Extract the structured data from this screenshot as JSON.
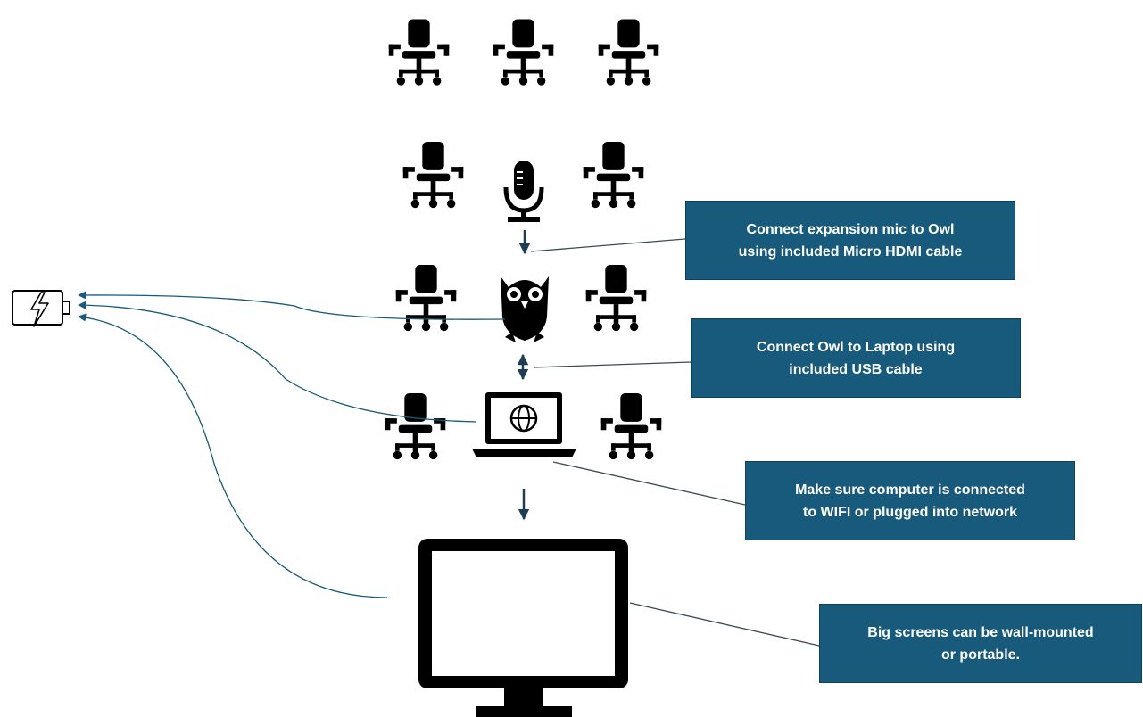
{
  "callouts": {
    "mic": {
      "line1": "Connect expansion mic to Owl",
      "line2": "using included Micro HDMI cable"
    },
    "usb": {
      "line1": "Connect Owl to Laptop using",
      "line2": "included USB cable"
    },
    "network": {
      "line1": "Make sure computer is connected",
      "line2": "to WIFI or plugged into network"
    },
    "screen": {
      "line1": "Big screens can be wall-mounted",
      "line2": "or portable."
    }
  },
  "icons": {
    "chairs": [
      "chair-icon",
      "chair-icon",
      "chair-icon",
      "chair-icon",
      "chair-icon",
      "chair-icon",
      "chair-icon",
      "chair-icon",
      "chair-icon"
    ],
    "devices": [
      "microphone-icon",
      "owl-camera-icon",
      "laptop-globe-icon",
      "monitor-icon",
      "power-outlet-icon"
    ]
  },
  "colors": {
    "callout_fill": "#185a7c",
    "callout_text": "#ffffff",
    "connector": "#185a7c",
    "icon": "#000000"
  }
}
